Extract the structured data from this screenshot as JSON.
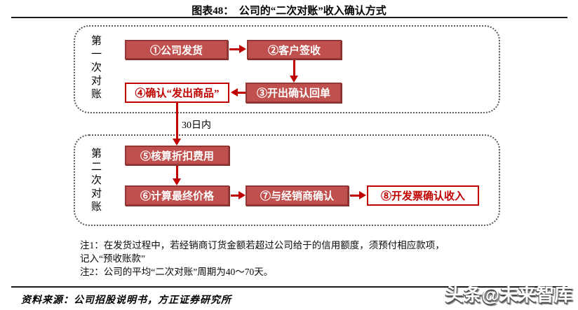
{
  "title": "图表48：  公司的“二次对账”收入确认方式",
  "colors": {
    "accent_red": "#c00000",
    "box_fill": "#c0504d",
    "box_border": "#943634",
    "frame_dotted": "#595959",
    "rule_black": "#1a1a1a"
  },
  "sections": [
    {
      "label": "第一次对账"
    },
    {
      "label": "第二次对账"
    }
  ],
  "steps": [
    {
      "id": "1",
      "label": "①公司发货",
      "style": "filled"
    },
    {
      "id": "2",
      "label": "②客户签收",
      "style": "filled"
    },
    {
      "id": "3",
      "label": "③开出确认回单",
      "style": "filled"
    },
    {
      "id": "4",
      "label": "④确认“发出商品”",
      "style": "outline"
    },
    {
      "id": "5",
      "label": "⑤核算折扣费用",
      "style": "filled"
    },
    {
      "id": "6",
      "label": "⑥计算最终价格",
      "style": "filled"
    },
    {
      "id": "7",
      "label": "⑦与经销商确认",
      "style": "filled"
    },
    {
      "id": "8",
      "label": "⑧开发票确认收入",
      "style": "outline"
    }
  ],
  "edges": [
    "step1→step2",
    "step2→step3",
    "step3→step4",
    "step4→step5",
    "step5→step6",
    "step6→step7",
    "step7→step8"
  ],
  "interval_label": "30日内",
  "notes": {
    "line1": "注1：在发货过程中，若经销商订货金额若超过公司给于的信用额度，须预付相应款项，",
    "line2": "记入“预收账款”",
    "line3": "注2：公司的平均“二次对账”周期为40～70天。"
  },
  "source": "资料来源：公司招股说明书，方正证券研究所",
  "watermark": "头条@未来智库"
}
